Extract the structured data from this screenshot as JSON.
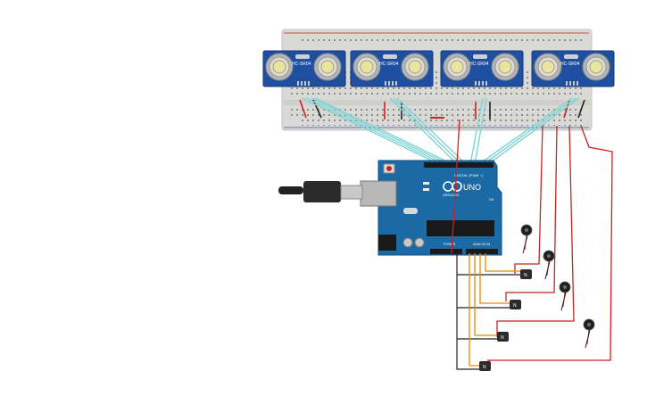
{
  "sensors": [
    {
      "label": "HC-SR04"
    },
    {
      "label": "HC-SR04"
    },
    {
      "label": "HC-SR04"
    },
    {
      "label": "HC-SR04"
    }
  ],
  "arduino": {
    "brand": "ARDUINO",
    "model": "UNO",
    "digital_label": "DIGITAL (PWM ~)",
    "power_label": "POWER",
    "analog_label": "ANALOG IN",
    "on_label": "ON"
  },
  "transistors": [
    {
      "label": "N"
    },
    {
      "label": "N"
    },
    {
      "label": "N"
    },
    {
      "label": "N"
    }
  ],
  "motor_count": 4,
  "colors": {
    "breadboard": "#d9d9d6",
    "sensor_board": "#1f4fa0",
    "arduino_board": "#1b6aa5",
    "wire_cyan": "#7fd4d4",
    "wire_red": "#cc2222",
    "wire_orange": "#e8890c",
    "wire_black": "#222222"
  }
}
